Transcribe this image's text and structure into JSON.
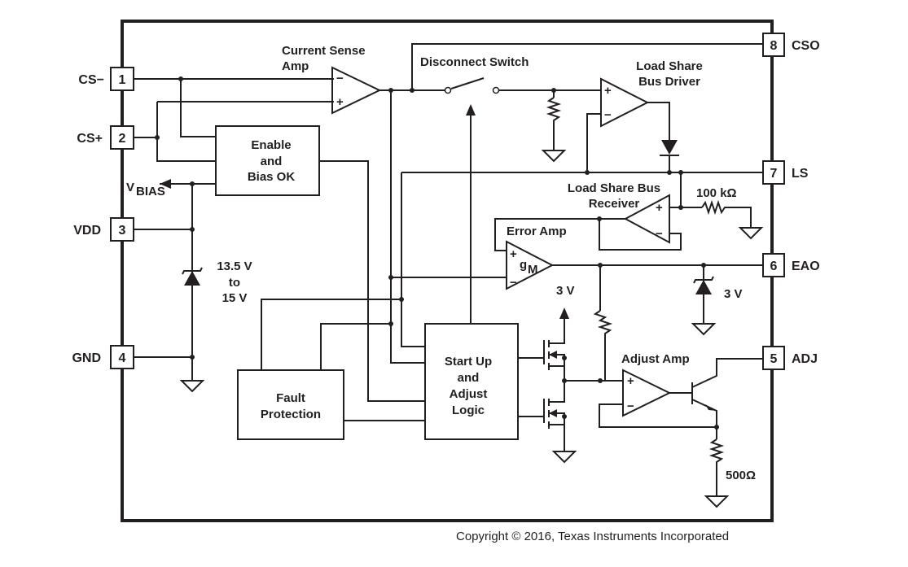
{
  "diagram": {
    "pins": [
      {
        "number": "1",
        "name": "CS−"
      },
      {
        "number": "2",
        "name": "CS+"
      },
      {
        "number": "3",
        "name": "VDD"
      },
      {
        "number": "4",
        "name": "GND"
      },
      {
        "number": "5",
        "name": "ADJ"
      },
      {
        "number": "6",
        "name": "EAO"
      },
      {
        "number": "7",
        "name": "LS"
      },
      {
        "number": "8",
        "name": "CSO"
      }
    ],
    "blocks": {
      "current_sense_amp": [
        "Current Sense",
        "Amp"
      ],
      "disconnect_switch": "Disconnect Switch",
      "load_share_bus_driver": [
        "Load Share",
        "Bus Driver"
      ],
      "load_share_bus_receiver": [
        "Load Share Bus",
        "Receiver"
      ],
      "error_amp": "Error Amp",
      "adjust_amp": "Adjust Amp",
      "enable_bias": [
        "Enable",
        "and",
        "Bias OK"
      ],
      "fault_protection": [
        "Fault",
        "Protection"
      ],
      "startup_logic": [
        "Start Up",
        "and",
        "Adjust",
        "Logic"
      ]
    },
    "labels": {
      "vbias_v": "V",
      "vbias_sub": "BIAS",
      "zener_vdd": [
        "13.5 V",
        "to",
        "15 V"
      ],
      "res_100k": "100 kΩ",
      "zener_eao": "3 V",
      "supply_3v": "3 V",
      "res_500": "500Ω",
      "gm_g": "g",
      "gm_sub": "M",
      "plus": "+",
      "minus": "−"
    },
    "copyright": "Copyright © 2016, Texas Instruments Incorporated"
  }
}
